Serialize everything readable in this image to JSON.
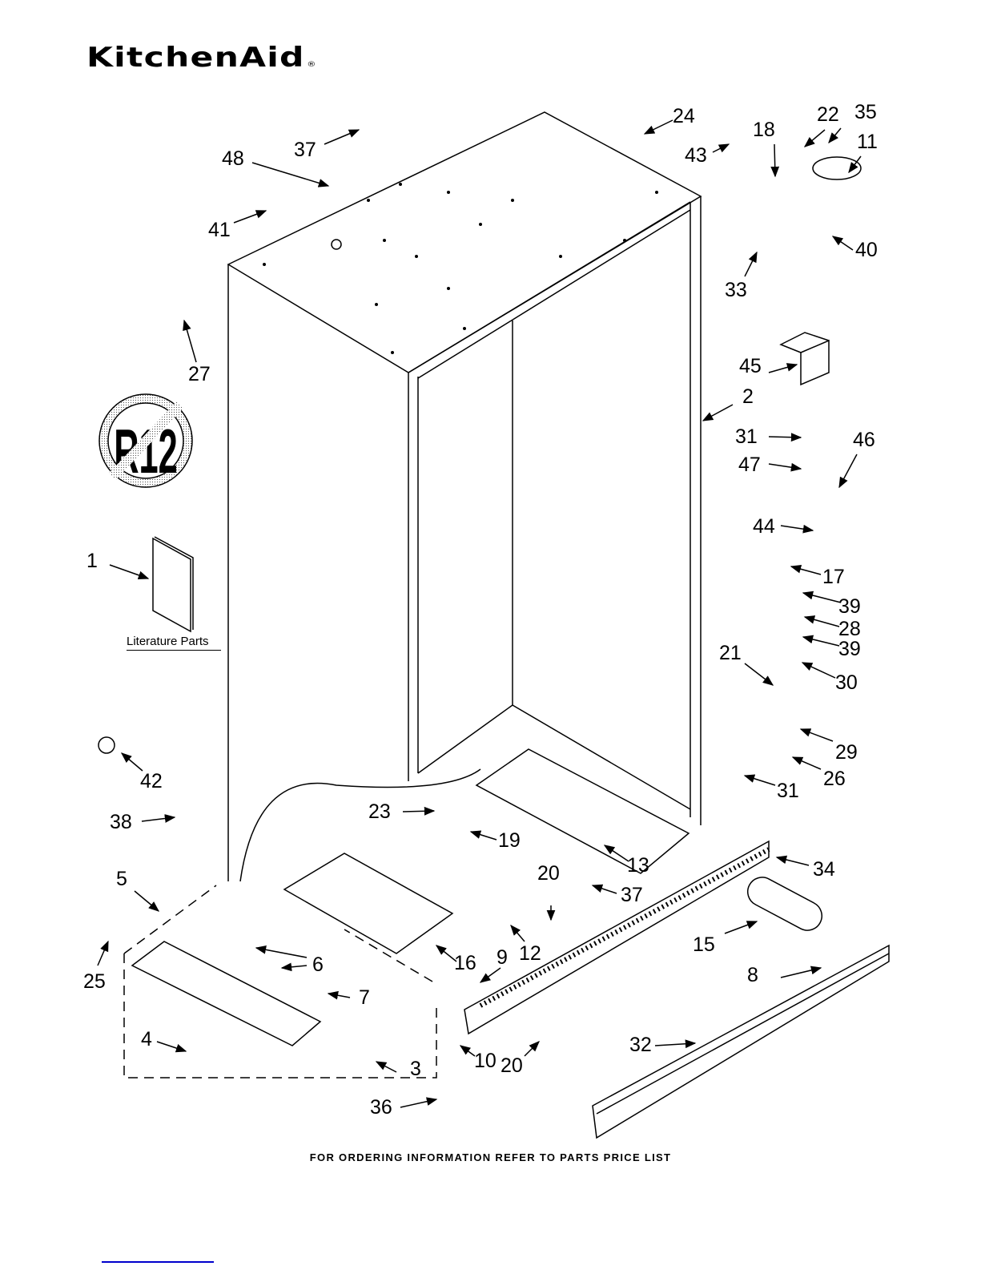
{
  "brand": {
    "name": "KitchenAid",
    "registered_mark": "®"
  },
  "badge": {
    "text": "R12",
    "meaning": "no-R12-refrigerant"
  },
  "literature": {
    "callout": "1",
    "caption": "Literature Parts"
  },
  "footer": {
    "text": "FOR ORDERING INFORMATION REFER TO PARTS PRICE LIST"
  },
  "callouts": [
    {
      "id": "c24",
      "label": "24"
    },
    {
      "id": "c18",
      "label": "18"
    },
    {
      "id": "c22",
      "label": "22"
    },
    {
      "id": "c35",
      "label": "35"
    },
    {
      "id": "c11",
      "label": "11"
    },
    {
      "id": "c43",
      "label": "43"
    },
    {
      "id": "c40",
      "label": "40"
    },
    {
      "id": "c33",
      "label": "33"
    },
    {
      "id": "c37a",
      "label": "37"
    },
    {
      "id": "c48",
      "label": "48"
    },
    {
      "id": "c41",
      "label": "41"
    },
    {
      "id": "c27",
      "label": "27"
    },
    {
      "id": "c45",
      "label": "45"
    },
    {
      "id": "c2",
      "label": "2"
    },
    {
      "id": "c31a",
      "label": "31"
    },
    {
      "id": "c46",
      "label": "46"
    },
    {
      "id": "c47",
      "label": "47"
    },
    {
      "id": "c44",
      "label": "44"
    },
    {
      "id": "c17",
      "label": "17"
    },
    {
      "id": "c39a",
      "label": "39"
    },
    {
      "id": "c28",
      "label": "28"
    },
    {
      "id": "c39b",
      "label": "39"
    },
    {
      "id": "c21",
      "label": "21"
    },
    {
      "id": "c30",
      "label": "30"
    },
    {
      "id": "c29",
      "label": "29"
    },
    {
      "id": "c26",
      "label": "26"
    },
    {
      "id": "c31b",
      "label": "31"
    },
    {
      "id": "c42",
      "label": "42"
    },
    {
      "id": "c38",
      "label": "38"
    },
    {
      "id": "c23",
      "label": "23"
    },
    {
      "id": "c19",
      "label": "19"
    },
    {
      "id": "c13",
      "label": "13"
    },
    {
      "id": "c34",
      "label": "34"
    },
    {
      "id": "c20a",
      "label": "20"
    },
    {
      "id": "c37b",
      "label": "37"
    },
    {
      "id": "c5",
      "label": "5"
    },
    {
      "id": "c25",
      "label": "25"
    },
    {
      "id": "c6",
      "label": "6"
    },
    {
      "id": "c16",
      "label": "16"
    },
    {
      "id": "c9",
      "label": "9"
    },
    {
      "id": "c12",
      "label": "12"
    },
    {
      "id": "c15",
      "label": "15"
    },
    {
      "id": "c8",
      "label": "8"
    },
    {
      "id": "c7",
      "label": "7"
    },
    {
      "id": "c4",
      "label": "4"
    },
    {
      "id": "c3",
      "label": "3"
    },
    {
      "id": "c10",
      "label": "10"
    },
    {
      "id": "c20b",
      "label": "20"
    },
    {
      "id": "c32",
      "label": "32"
    },
    {
      "id": "c36",
      "label": "36"
    }
  ]
}
